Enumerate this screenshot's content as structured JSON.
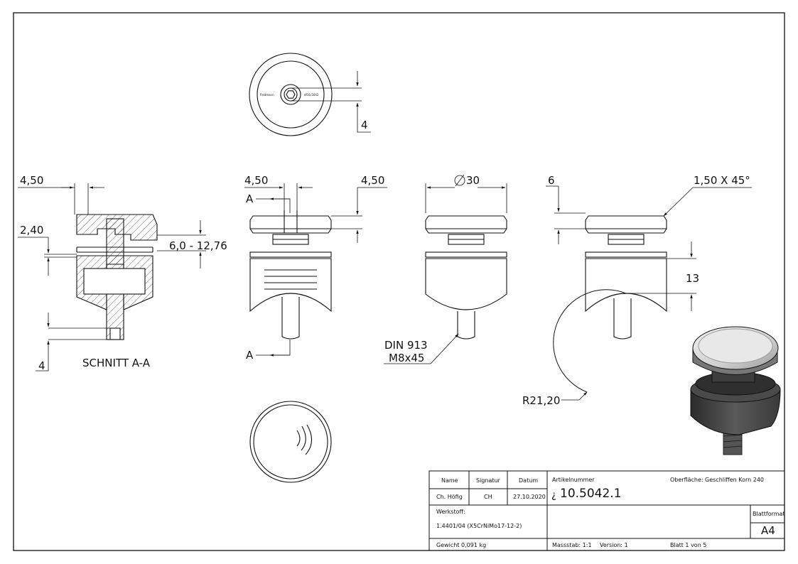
{
  "drawing": {
    "dims": {
      "top_view_4": "4",
      "sect_450": "4,50",
      "sect_240": "2,40",
      "sect_range": "6,0 - 12,76",
      "sect_4": "4",
      "section_label": "SCHNITT A-A",
      "front_450_left": "4,50",
      "front_450_right": "4,50",
      "cut_a_top": "A",
      "cut_a_bottom": "A",
      "side_diam": "30",
      "screw_line1": "DIN 913",
      "screw_line2": "M8x45",
      "right_6": "6",
      "chamfer": "1,50 X 45°",
      "right_13": "13",
      "radius": "R21,20"
    },
    "top_view_engraving_left": "Feldmann",
    "top_view_engraving_right": "df10.5042"
  },
  "title_block": {
    "name_header": "Name",
    "signatur_header": "Signatur",
    "datum_header": "Datum",
    "name": "Ch. Höfig",
    "signatur": "CH",
    "datum": "27.10.2020",
    "artikel_header": "Artikelnummer",
    "artikel_prefix": "¿",
    "artikel": "10.5042.1",
    "oberflaeche_label": "Oberfläche:",
    "oberflaeche_value": "Geschliffen Korn 240",
    "werkstoff_label": "Werkstoff:",
    "werkstoff_value": "1.4401/04 (X5CrNiMo17-12-2)",
    "blattformat_label": "Blattformat",
    "blattformat_value": "A4",
    "gewicht": "Gewicht 0,091 kg",
    "massstab": "Massstab: 1:1",
    "version": "Version: 1",
    "blatt": "Blatt 1 von 5"
  }
}
